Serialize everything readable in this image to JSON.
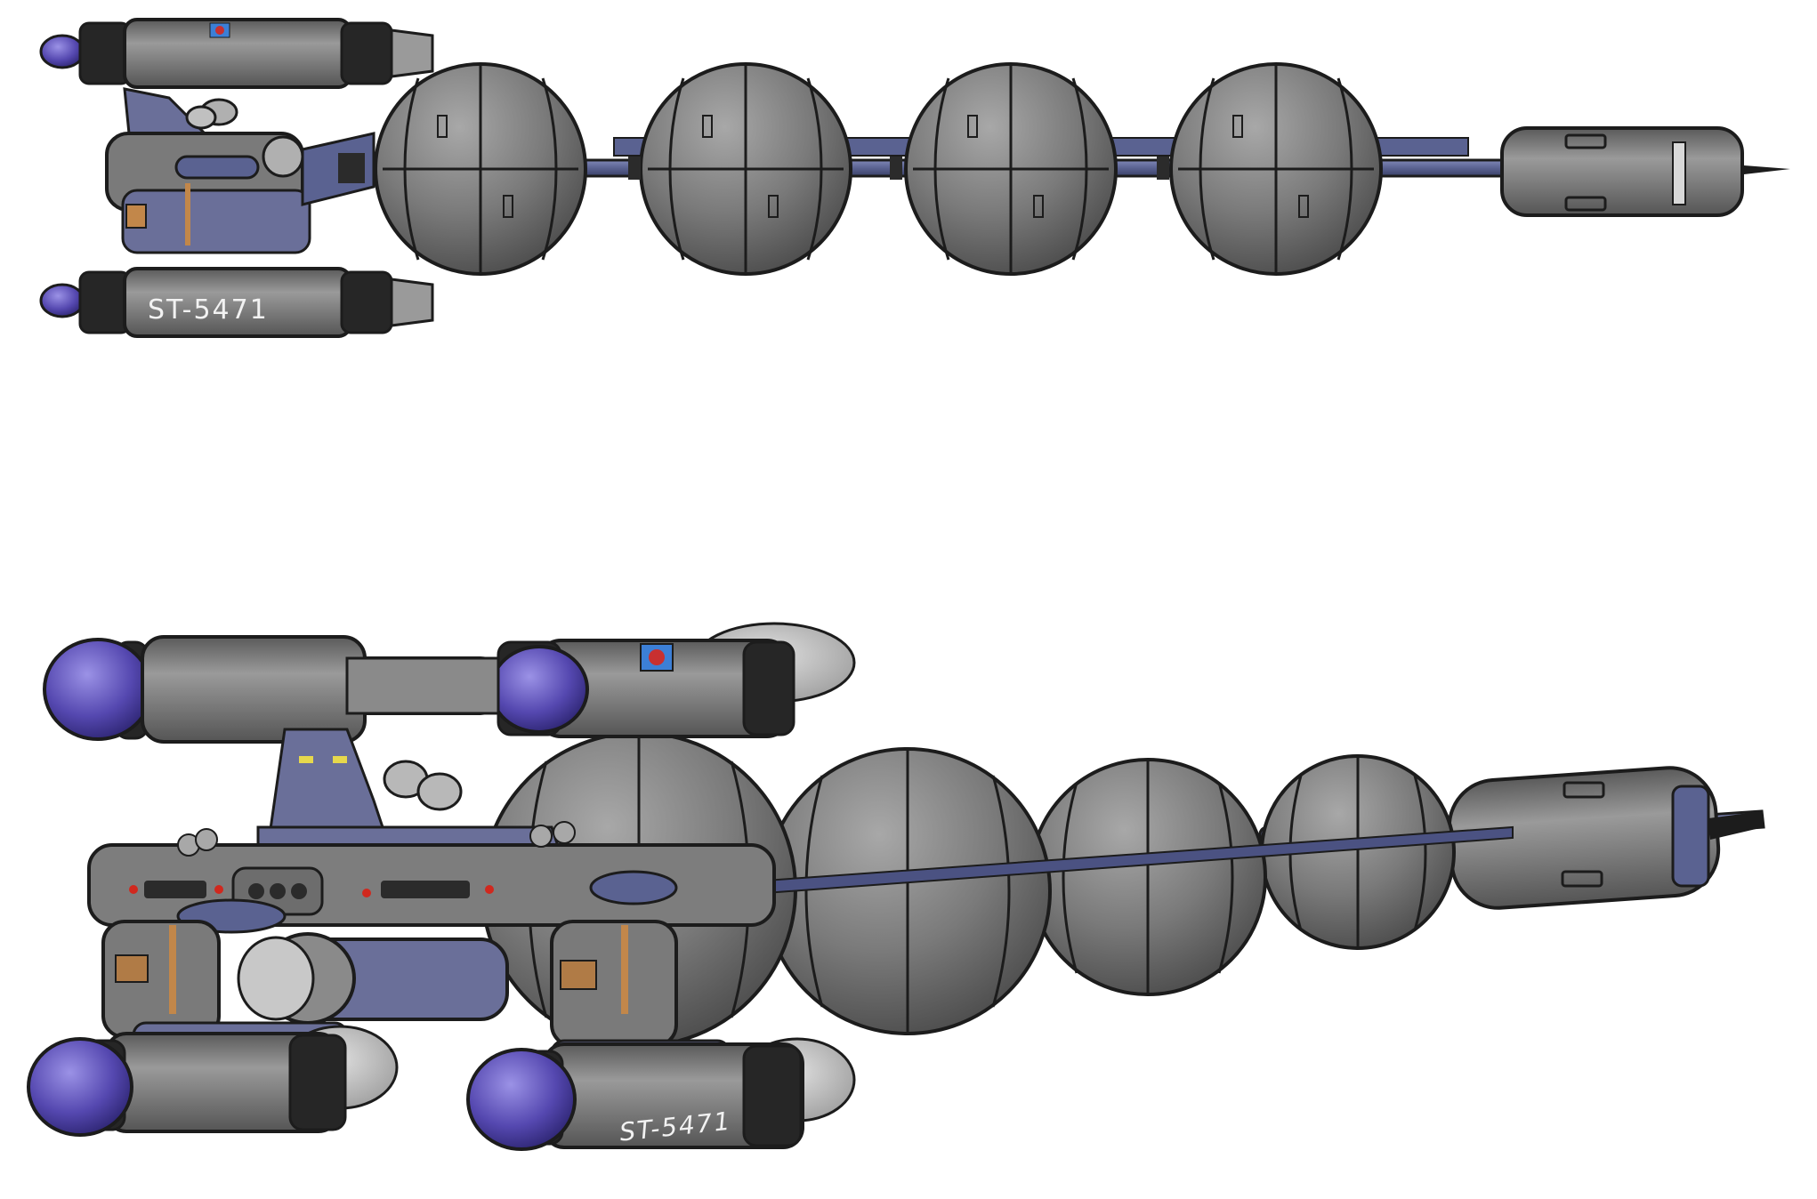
{
  "views": [
    {
      "id": "top-view",
      "registry": "ST-5471",
      "cargo_pod_count": 4
    },
    {
      "id": "perspective-view",
      "registry": "ST-5471",
      "cargo_pod_count": 4
    }
  ],
  "colors": {
    "hull_gray": "#7d7d7d",
    "hull_dark": "#4a4a4a",
    "spine_blue": "#5a6291",
    "nacelle_cap": "#5548b0",
    "outline": "#1c1c1c",
    "ring_black": "#262626",
    "cone_gray": "#b9b9b9",
    "background": "#ffffff"
  }
}
